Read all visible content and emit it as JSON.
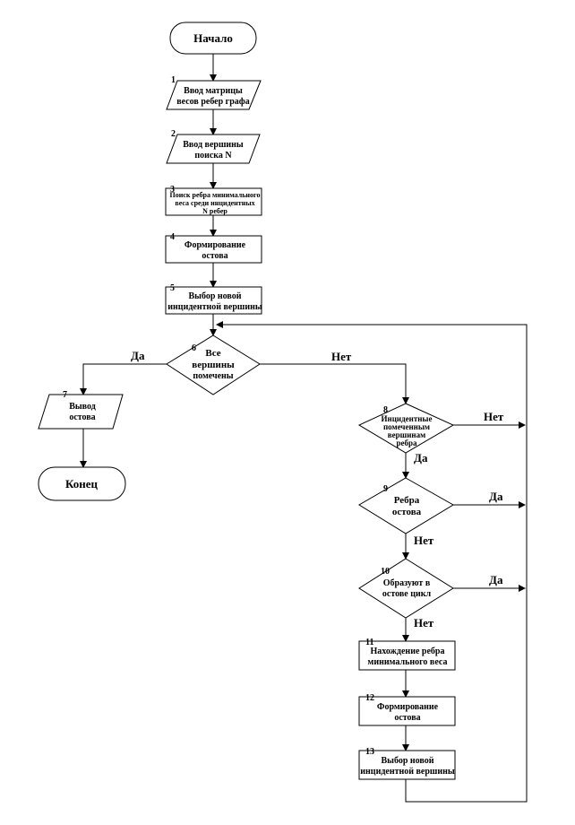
{
  "start": "Начало",
  "end": "Конец",
  "blocks": {
    "b1": {
      "num": "1",
      "lines": [
        "Ввод матрицы",
        "весов ребер графа"
      ]
    },
    "b2": {
      "num": "2",
      "lines": [
        "Ввод вершины",
        "поиска N"
      ]
    },
    "b3": {
      "num": "3",
      "lines": [
        "Поиск ребра минимального",
        "веса среди инцидентных",
        "N ребер"
      ]
    },
    "b4": {
      "num": "4",
      "lines": [
        "Формирование",
        "остова"
      ]
    },
    "b5": {
      "num": "5",
      "lines": [
        "Выбор новой",
        "инцидентной вершины"
      ]
    },
    "b6": {
      "num": "6",
      "lines": [
        "Все",
        "вершины",
        "помечены"
      ]
    },
    "b7": {
      "num": "7",
      "lines": [
        "Вывод",
        "остова"
      ]
    },
    "b8": {
      "num": "8",
      "lines": [
        "Инцидентные",
        "помеченным",
        "вершинам",
        "ребра"
      ]
    },
    "b9": {
      "num": "9",
      "lines": [
        "Ребра",
        "остова"
      ]
    },
    "b10": {
      "num": "10",
      "lines": [
        "Образуют в",
        "остове цикл"
      ]
    },
    "b11": {
      "num": "11",
      "lines": [
        "Нахождение ребра",
        "минимального веса"
      ]
    },
    "b12": {
      "num": "12",
      "lines": [
        "Формирование",
        "остова"
      ]
    },
    "b13": {
      "num": "13",
      "lines": [
        "Выбор новой",
        "инцидентной вершины"
      ]
    }
  },
  "edge_labels": {
    "yes": "Да",
    "no": "Нет"
  }
}
